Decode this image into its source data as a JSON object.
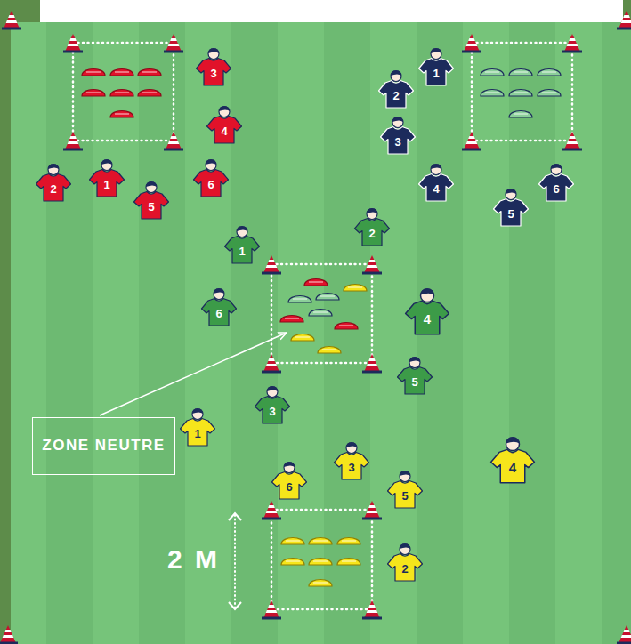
{
  "diagram": {
    "nodes": [
      {
        "text": [
          "3"
        ]
      },
      {
        "text": [
          "1"
        ]
      },
      {
        "text": [
          "2"
        ]
      },
      {
        "text": [
          "4"
        ]
      },
      {
        "text": [
          "3"
        ]
      },
      {
        "text": [
          "1"
        ]
      },
      {
        "text": [
          "6"
        ]
      },
      {
        "text": [
          "2"
        ]
      },
      {
        "text": [
          "4"
        ]
      },
      {
        "text": [
          "6"
        ]
      },
      {
        "text": [
          "5"
        ]
      },
      {
        "text": [
          "5"
        ]
      },
      {
        "text": [
          "2"
        ]
      },
      {
        "text": [
          "1"
        ]
      },
      {
        "text": [
          "6"
        ]
      },
      {
        "text": [
          "4"
        ]
      },
      {
        "text": [
          "5"
        ]
      },
      {
        "text": [
          "3"
        ]
      },
      {
        "text": [
          "1"
        ]
      },
      {
        "text": [
          "ZONE NEUTRE"
        ]
      },
      {
        "text": [
          "3"
        ]
      },
      {
        "text": [
          "4"
        ]
      },
      {
        "text": [
          "6"
        ]
      },
      {
        "text": [
          "5"
        ]
      },
      {
        "text": [
          "2"
        ]
      }
    ],
    "labels": [
      "2 M"
    ]
  }
}
